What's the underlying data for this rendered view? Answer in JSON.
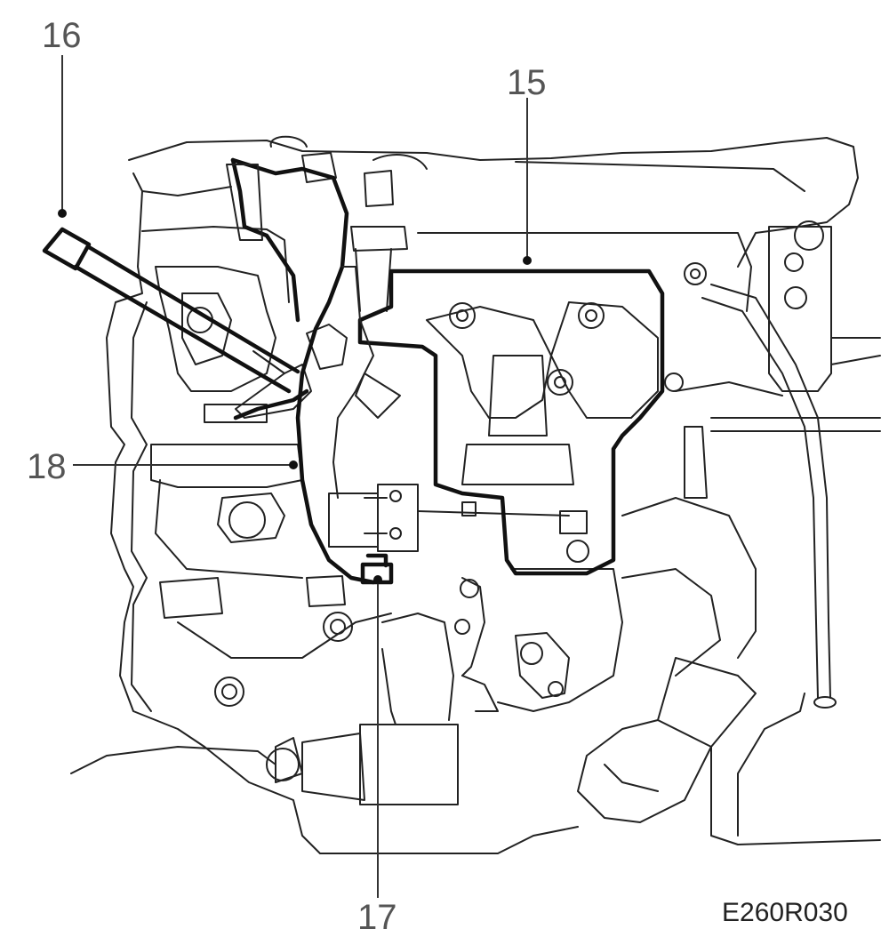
{
  "callouts": {
    "label_15": "15",
    "label_16": "16",
    "label_17": "17",
    "label_18": "18"
  },
  "figure_id": "E260R030"
}
